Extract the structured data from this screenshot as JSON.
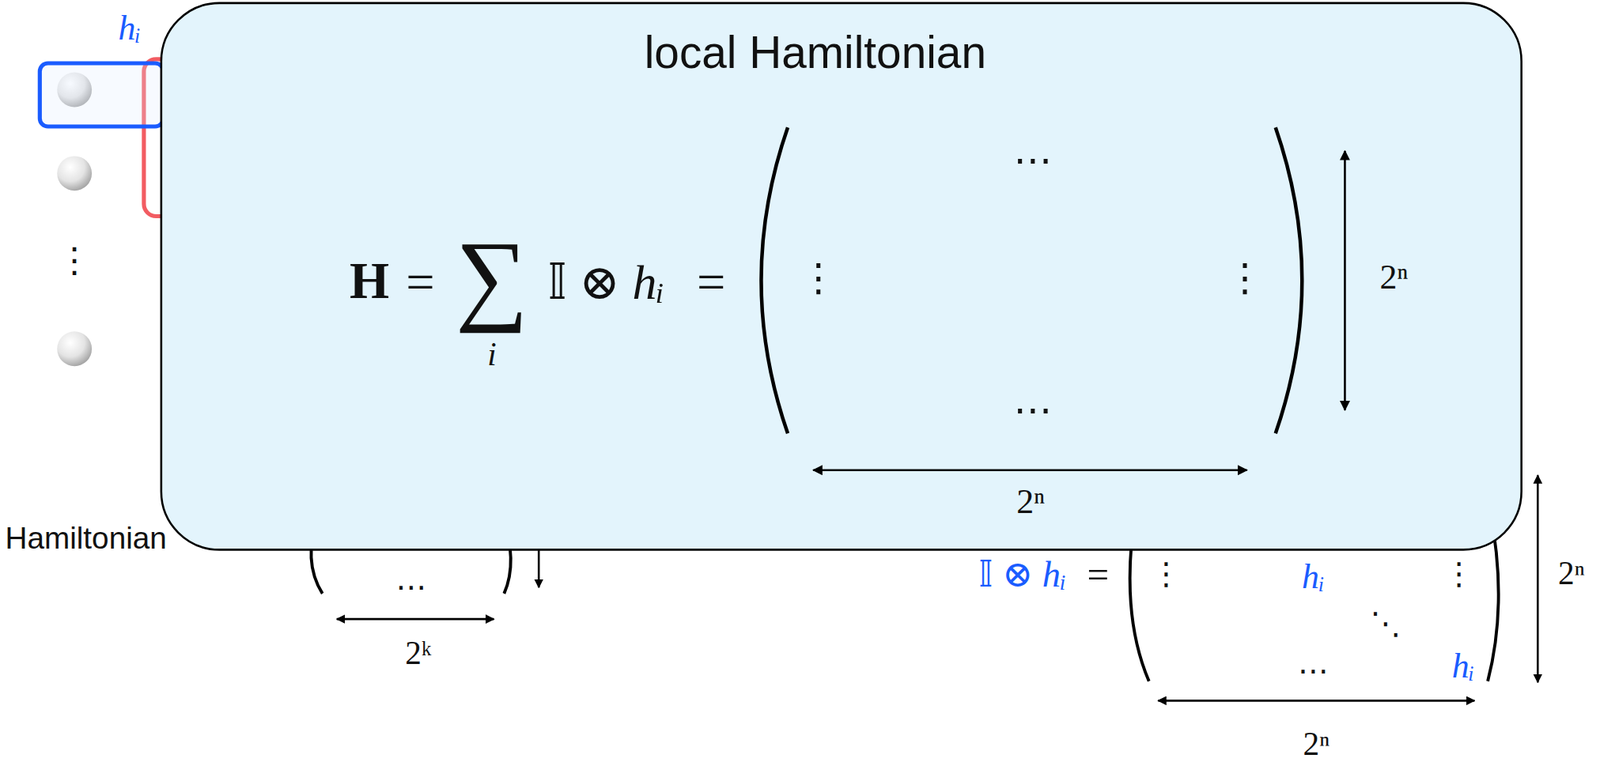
{
  "diagram": {
    "nodes": [
      {
        "text": [
          "hᵢ"
        ]
      },
      {
        "text": [
          "local Hamiltonian",
          "H",
          "=",
          "∑",
          "i",
          "𝕀 ⊗ hᵢ",
          "="
        ]
      }
    ],
    "labels": [
      "⋮",
      "⋯",
      "⋮",
      "⋮",
      "⋯",
      "2ⁿ",
      "2ⁿ",
      "Hamiltonian",
      "…",
      "2ᵏ",
      "𝕀 ⊗ hᵢ",
      "=",
      "⋮",
      "hᵢ",
      "⋮",
      "⋱",
      "…",
      "hᵢ",
      "2ⁿ",
      "2ⁿ"
    ]
  }
}
